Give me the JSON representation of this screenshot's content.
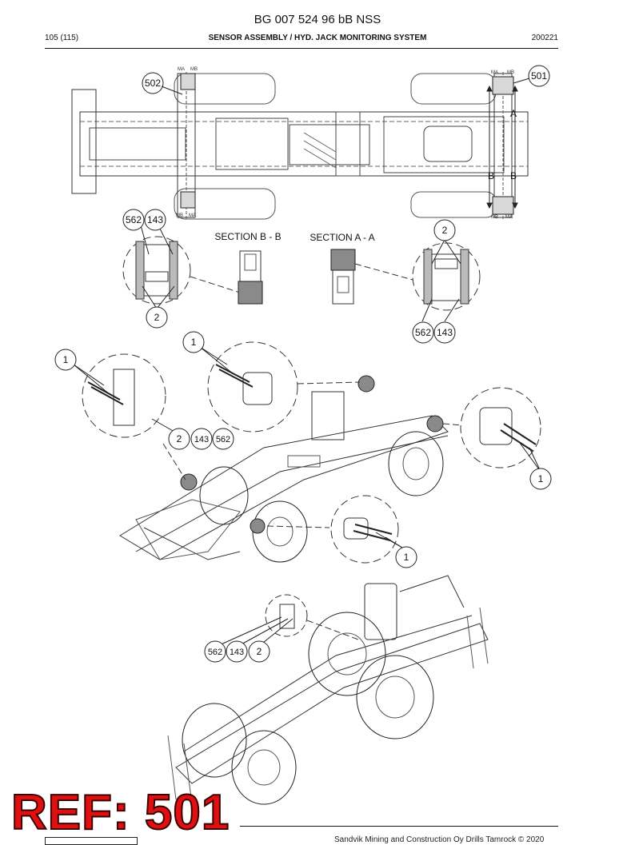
{
  "document": {
    "doc_id": "BG 007 524 96 bB NSS",
    "page": "105 (115)",
    "section_title": "SENSOR ASSEMBLY / HYD. JACK MONITORING SYSTEM",
    "date_code": "200221"
  },
  "top_view": {
    "callouts": [
      "502",
      "501"
    ],
    "markers": [
      "MA",
      "MB",
      "MB",
      "MA",
      "MA",
      "MB",
      "MB",
      "MA"
    ],
    "section_letters": [
      "A",
      "B",
      "B"
    ]
  },
  "sections": {
    "section_b": "SECTION B - B",
    "section_a": "SECTION A - A"
  },
  "callouts": {
    "left_detail": [
      "562",
      "143",
      "2"
    ],
    "right_detail": [
      "2",
      "562",
      "143"
    ],
    "iso_one": [
      "1",
      "1",
      "2",
      "143",
      "562",
      "1",
      "1"
    ],
    "iso_two": [
      "562",
      "143",
      "2"
    ]
  },
  "watermark": {
    "ref": "REF: 501"
  },
  "footer": {
    "copyright": "Sandvik Mining and Construction Oy Drills Tamrock © 2020"
  }
}
